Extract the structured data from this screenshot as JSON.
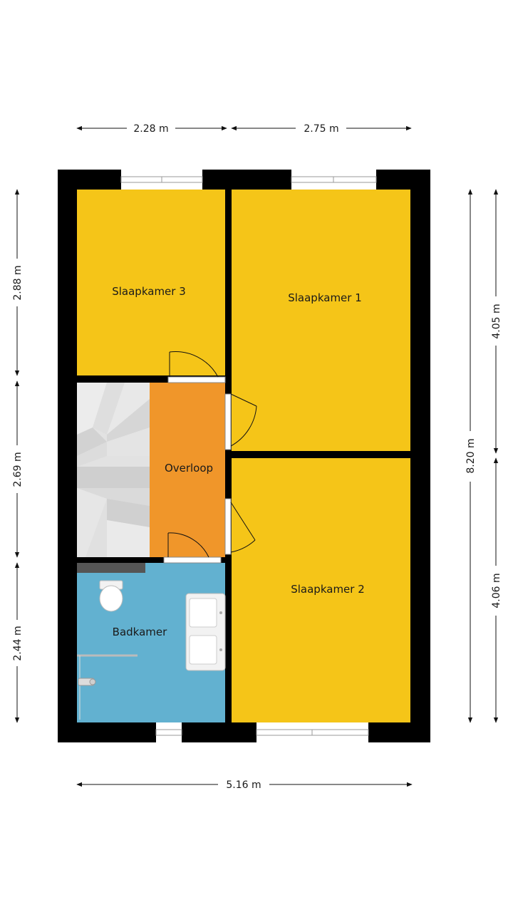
{
  "colors": {
    "wall": "#000000",
    "bedroom": "#f5c518",
    "landing": "#f0962a",
    "bathroom": "#62b1d0",
    "stairs": "#d9d9d9"
  },
  "rooms": {
    "bedroom3": "Slaapkamer 3",
    "bedroom1": "Slaapkamer 1",
    "landing": "Overloop",
    "bathroom": "Badkamer",
    "bedroom2": "Slaapkamer 2"
  },
  "dimensions": {
    "top_left": "2.28 m",
    "top_right": "2.75 m",
    "left_top": "2.88 m",
    "left_mid": "2.69 m",
    "left_bottom": "2.44 m",
    "right_top": "4.05 m",
    "right_bottom": "4.06 m",
    "right_total": "8.20 m",
    "bottom_total": "5.16 m"
  }
}
